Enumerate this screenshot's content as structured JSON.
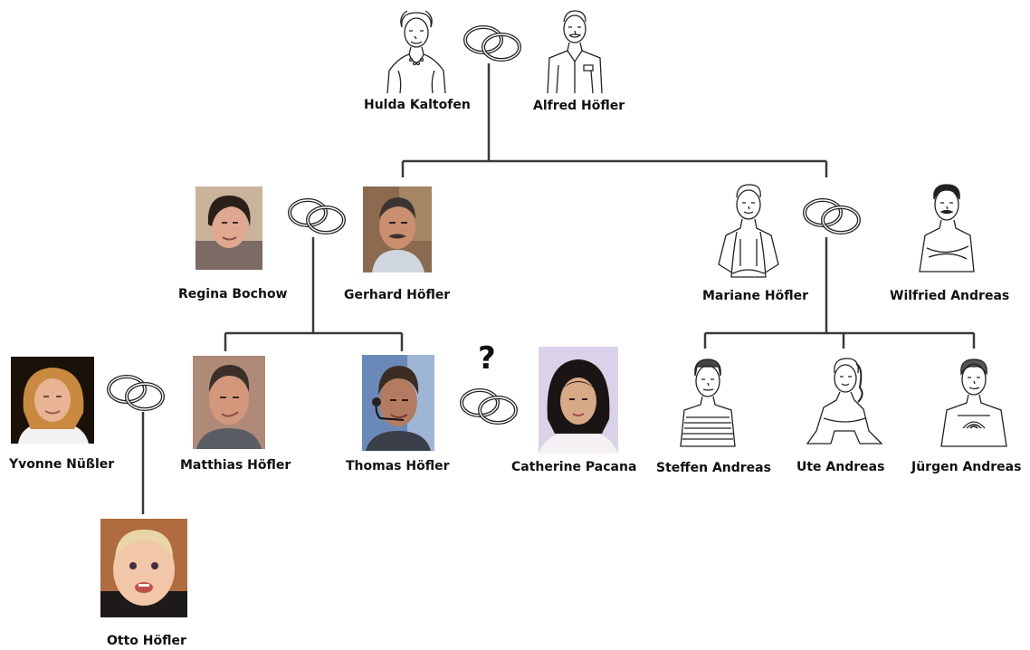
{
  "family_tree": {
    "people": {
      "hulda": "Hulda Kaltofen",
      "alfred": "Alfred Höfler",
      "regina": "Regina Bochow",
      "gerhard": "Gerhard Höfler",
      "mariane": "Mariane Höfler",
      "wilfried": "Wilfried Andreas",
      "yvonne": "Yvonne Nüßler",
      "matthias": "Matthias Höfler",
      "thomas": "Thomas Höfler",
      "catherine": "Catherine Pacana",
      "steffen": "Steffen Andreas",
      "ute": "Ute Andreas",
      "juergen": "Jürgen Andreas",
      "otto": "Otto Höfler"
    },
    "uncertain_marker": "?",
    "icons": [
      "wedding-rings-icon",
      "sketch-portrait",
      "photo-portrait"
    ]
  }
}
